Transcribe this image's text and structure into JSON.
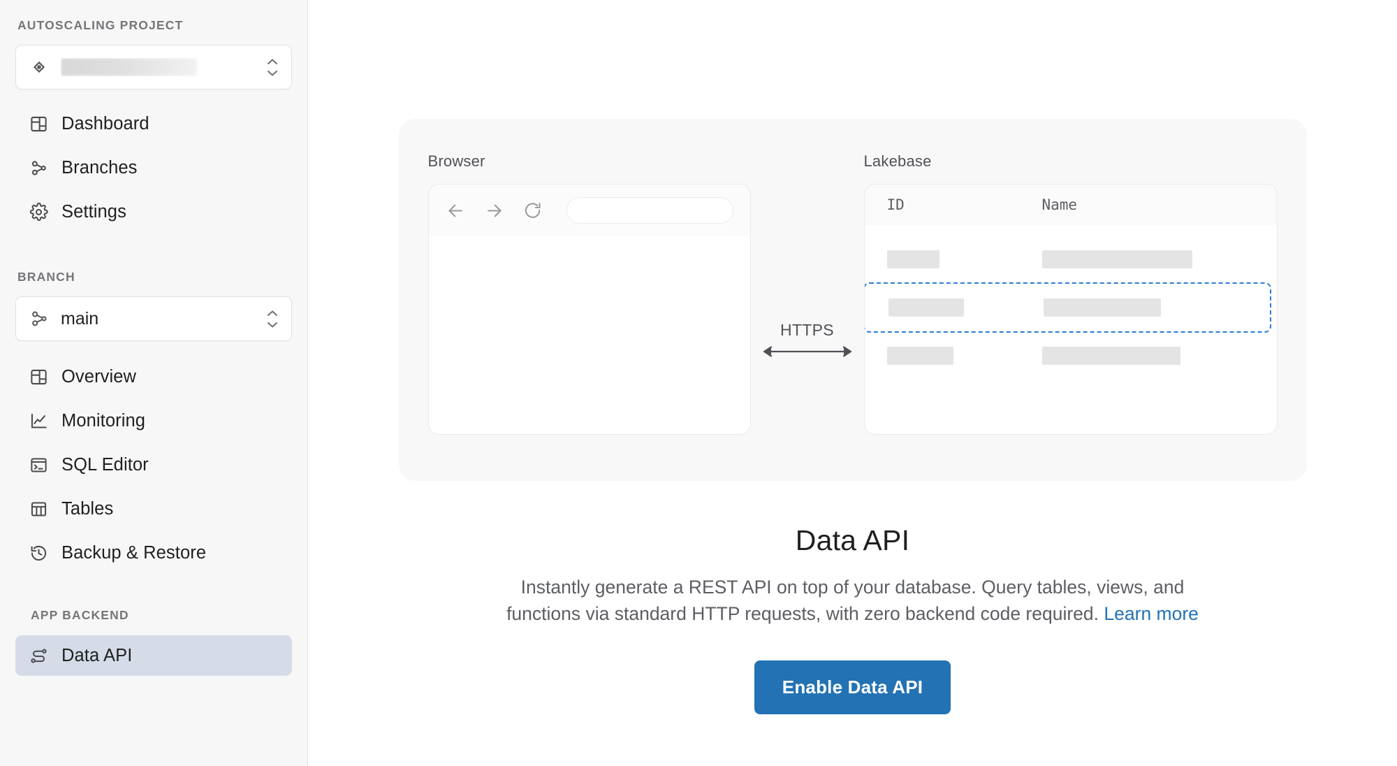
{
  "sidebar": {
    "project_section_label": "AUTOSCALING PROJECT",
    "project_selector": {
      "name": "project-selector",
      "value": "",
      "redacted": true,
      "icon": "project-icon"
    },
    "project_nav": [
      {
        "label": "Dashboard",
        "icon": "dashboard-icon",
        "active": false
      },
      {
        "label": "Branches",
        "icon": "branch-icon",
        "active": false
      },
      {
        "label": "Settings",
        "icon": "gear-icon",
        "active": false
      }
    ],
    "branch_section_label": "BRANCH",
    "branch_selector": {
      "value": "main",
      "icon": "branch-icon"
    },
    "branch_nav": [
      {
        "label": "Overview",
        "icon": "dashboard-icon",
        "active": false
      },
      {
        "label": "Monitoring",
        "icon": "chart-line-icon",
        "active": false
      },
      {
        "label": "SQL Editor",
        "icon": "terminal-icon",
        "active": false
      },
      {
        "label": "Tables",
        "icon": "table-icon",
        "active": false
      },
      {
        "label": "Backup & Restore",
        "icon": "history-icon",
        "active": false
      }
    ],
    "backend_section_label": "APP BACKEND",
    "backend_nav": [
      {
        "label": "Data API",
        "icon": "data-api-icon",
        "active": true
      }
    ]
  },
  "illustration": {
    "browser": {
      "caption": "Browser",
      "icons": [
        "back-arrow-icon",
        "forward-arrow-icon",
        "reload-icon"
      ],
      "url_value": ""
    },
    "connector": {
      "label": "HTTPS",
      "icon": "double-arrow-icon"
    },
    "lakebase": {
      "caption": "Lakebase",
      "columns": [
        "ID",
        "Name"
      ],
      "rows": [
        {
          "id_width": 75,
          "name_width": 215,
          "highlighted": false
        },
        {
          "id_width": 108,
          "name_width": 168,
          "highlighted": true
        },
        {
          "id_width": 95,
          "name_width": 198,
          "highlighted": false
        }
      ]
    }
  },
  "main": {
    "title": "Data API",
    "description": "Instantly generate a REST API on top of your database. Query tables, views, and functions via standard HTTP requests, with zero backend code required.",
    "learn_more_label": "Learn more",
    "cta_label": "Enable Data API"
  },
  "colors": {
    "accent_blue": "#2272b4",
    "highlight_dashed": "#2b7cd3",
    "active_nav_bg": "#d5dce8",
    "sidebar_bg": "#f7f7f7",
    "panel_bg": "#f8f8f8",
    "placeholder_bar": "#e4e4e4"
  }
}
